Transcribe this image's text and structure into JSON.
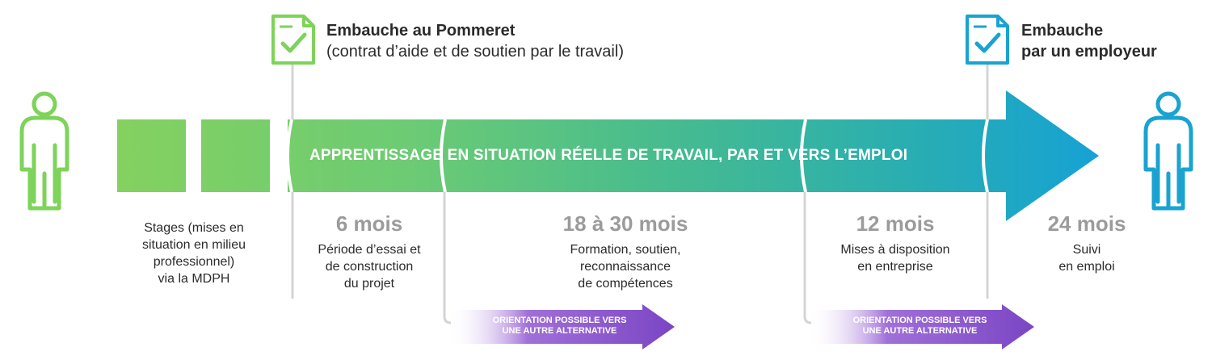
{
  "colors": {
    "green": "#7ed35a",
    "teal": "#3fb39a",
    "blue": "#1aa3d1",
    "gray_text": "#9b9b9b",
    "dark_text": "#2b2b2b",
    "purple": "#7b45c4"
  },
  "icons": {
    "start_person": "person-icon",
    "end_person": "person-icon",
    "hire_left": "document-check-icon",
    "hire_right": "document-check-icon"
  },
  "milestones": {
    "pommeret": {
      "title": "Embauche au Pommeret",
      "subtitle": "(contrat d’aide et de soutien par le travail)"
    },
    "employer": {
      "title_line1": "Embauche",
      "title_line2": "par un employeur"
    }
  },
  "banner": {
    "label": "APPRENTISSAGE EN SITUATION RÉELLE DE TRAVAIL, PAR ET VERS L’EMPLOI"
  },
  "phases": [
    {
      "duration": "",
      "lines": [
        "Stages (mises en",
        "situation en milieu",
        "professionnel)",
        "via la MDPH"
      ]
    },
    {
      "duration": "6 mois",
      "lines": [
        "Période d’essai et",
        "de construction",
        "du projet"
      ]
    },
    {
      "duration": "18 à 30 mois",
      "lines": [
        "Formation, soutien,",
        "reconnaissance",
        "de compétences"
      ]
    },
    {
      "duration": "12 mois",
      "lines": [
        "Mises à disposition",
        "en entreprise"
      ]
    },
    {
      "duration": "24 mois",
      "lines": [
        "Suivi",
        "en emploi"
      ]
    }
  ],
  "orientations": [
    {
      "line1": "ORIENTATION POSSIBLE VERS",
      "line2": "UNE AUTRE ALTERNATIVE"
    },
    {
      "line1": "ORIENTATION POSSIBLE VERS",
      "line2": "UNE AUTRE ALTERNATIVE"
    }
  ]
}
